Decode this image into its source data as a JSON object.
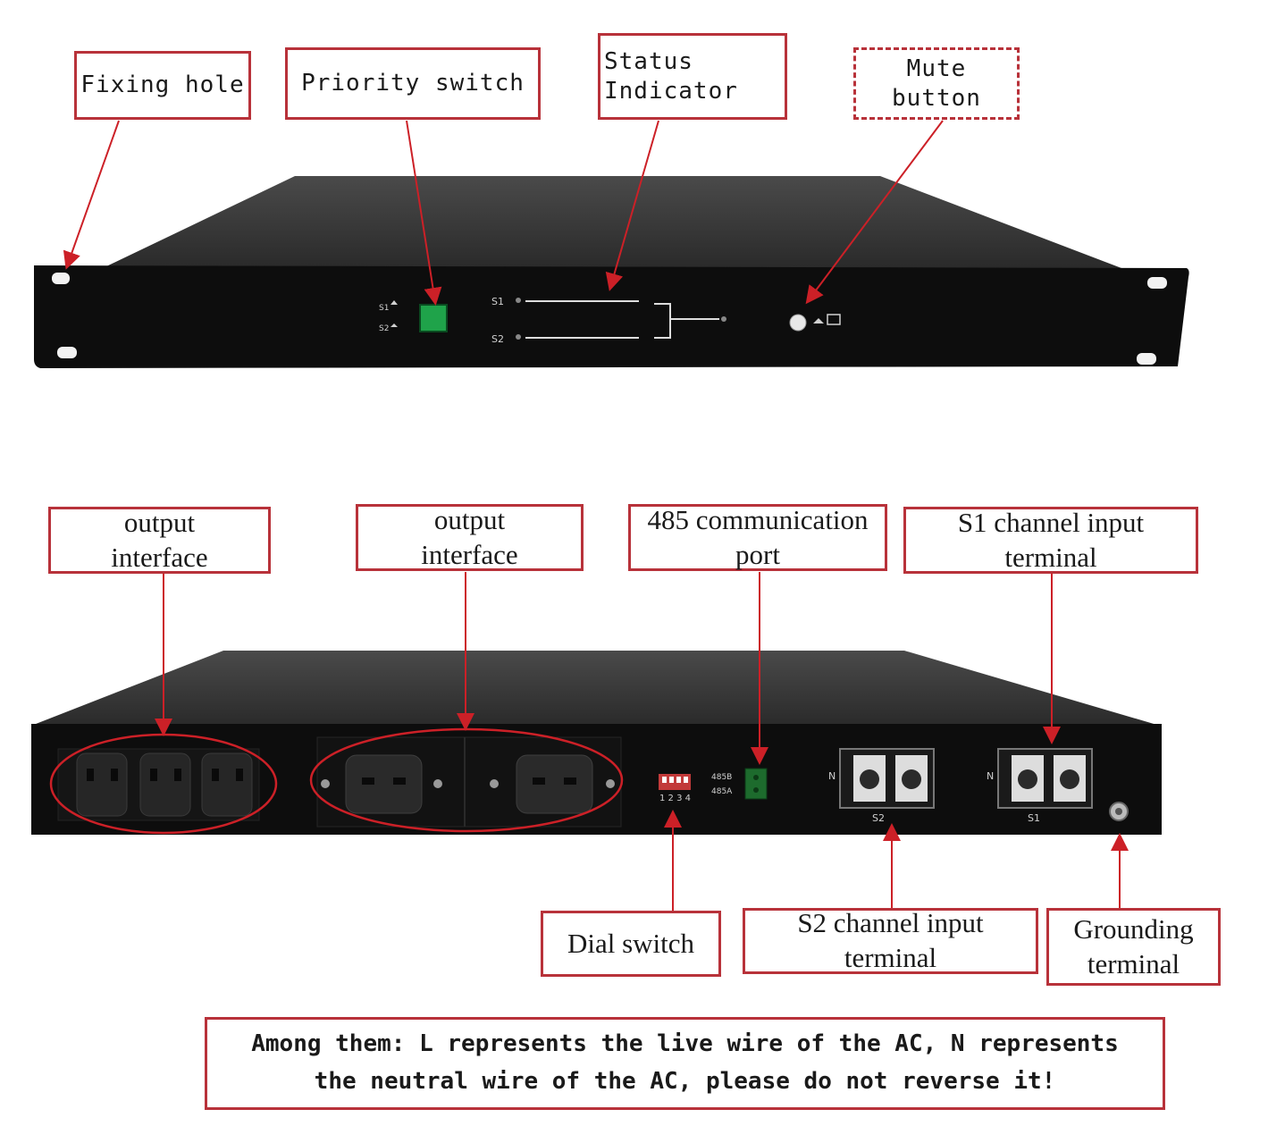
{
  "front_callouts": {
    "fixing_hole": "Fixing hole",
    "priority_switch": "Priority switch",
    "status_indicator": "Status\nIndicator",
    "mute_button": "Mute\nbutton"
  },
  "rear_callouts": {
    "output_interface_1": "output\ninterface",
    "output_interface_2": "output\ninterface",
    "port_485": "485 communication\nport",
    "s1_input": "S1 channel input\nterminal",
    "dial_switch": "Dial switch",
    "s2_input": "S2 channel input\nterminal",
    "grounding": "Grounding\nterminal"
  },
  "panel_markings": {
    "s1": "S1",
    "s2": "S2",
    "dip_numbers": "1 2 3 4",
    "rs485b": "485B",
    "rs485a": "485A",
    "neutral": "N",
    "terminal_s1": "S1",
    "terminal_s2": "S2"
  },
  "note": "Among them: L represents the live wire of the AC, N represents\nthe neutral wire of the AC, please do not reverse it!",
  "colors": {
    "callout_border": "#b8323a",
    "arrow": "#cc2027",
    "chassis": "#0d0d0d",
    "lid": "#3c3c3c",
    "led_green": "#1fa34a"
  }
}
